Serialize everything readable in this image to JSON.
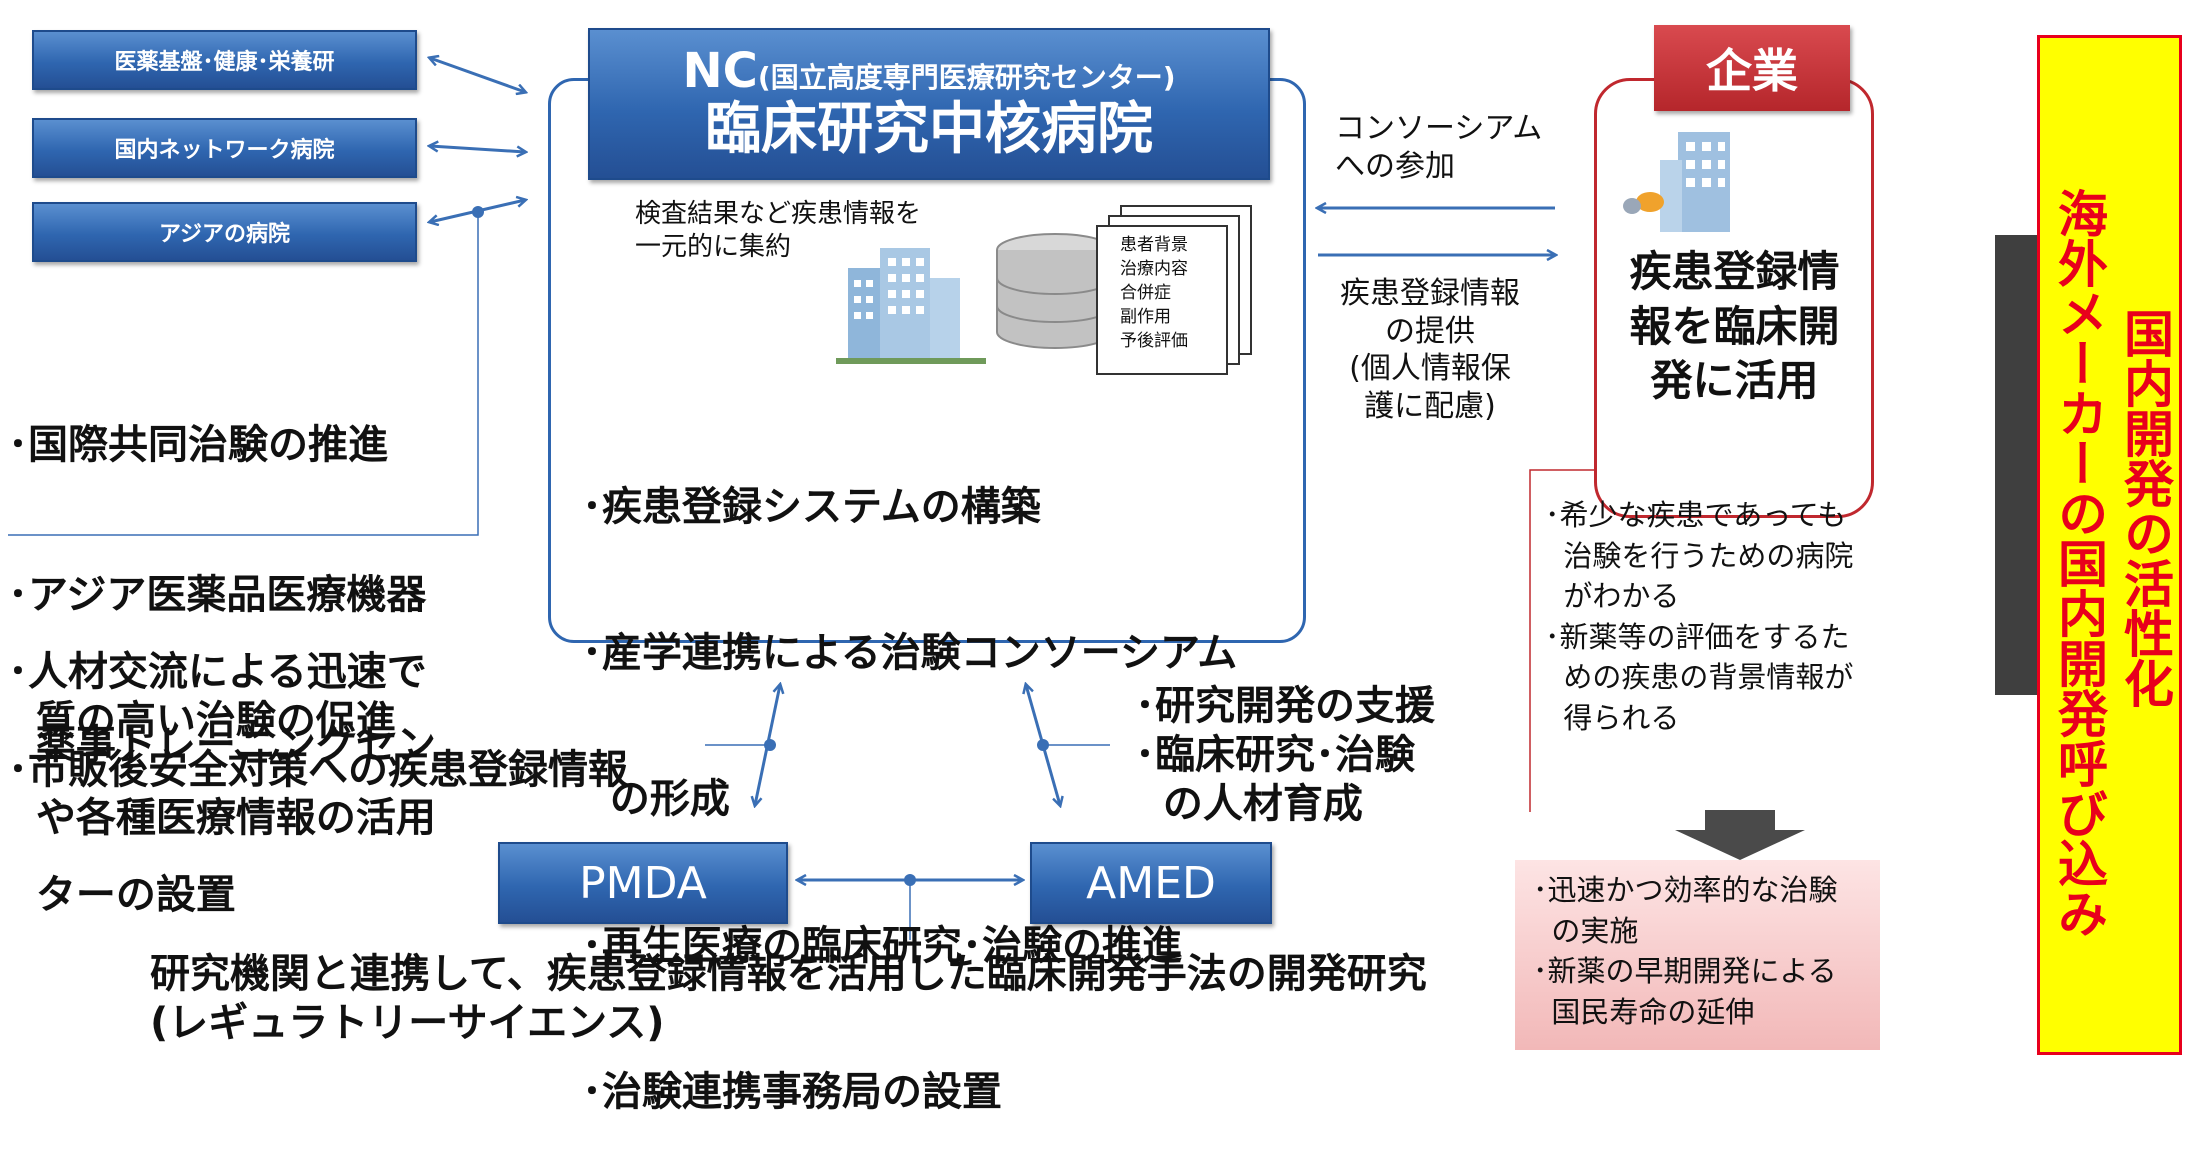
{
  "left_boxes": [
    "医薬基盤･健康･栄養研",
    "国内ネットワーク病院",
    "アジアの病院"
  ],
  "left_bullets": [
    "･国際共同治験の推進",
    "･アジア医薬品医療機器",
    "  薬事トレーニングセン",
    "  ターの設置"
  ],
  "nc": {
    "header_line1_prefix": "NC",
    "header_line1_suffix": "(国立高度専門医療研究センター)",
    "header_line2": "臨床研究中核病院",
    "note": "検査結果など疾患情報を\n一元的に集約",
    "doc_labels": [
      "患者背景",
      "治療内容",
      "合併症",
      "副作用",
      "予後評価"
    ],
    "bullets": [
      "･疾患登録システムの構築",
      "･産学連携による治験コンソーシアム",
      "  の形成",
      "･再生医療の臨床研究･治験の推進",
      "･治験連携事務局の設置"
    ]
  },
  "middle_labels": {
    "top": "コンソーシアム\nへの参加",
    "bottom": "疾患登録情報\nの提供\n(個人情報保\n護に配慮)"
  },
  "company": {
    "tag": "企業",
    "text": "疾患登録情\n報を臨床開\n発に活用",
    "bullets": "･希少な疾患であっても\n  治験を行うための病院\n  がわかる\n･新薬等の評価をするた\n  めの疾患の背景情報が\n  得られる"
  },
  "pink_box": "･迅速かつ効率的な治験\n  の実施\n･新薬の早期開発による\n  国民寿命の延伸",
  "lower_left": "･人材交流による迅速で\n  質の高い治験の促進\n･市販後安全対策への疾患登録情報\n  や各種医療情報の活用",
  "lower_right": "･研究開発の支援\n･臨床研究･治験\n  の人材育成",
  "pmda": "PMDA",
  "amed": "AMED",
  "bottom_text": "研究機関と連携して、疾患登録情報を活用した臨床開発手法の開発研究\n(レギュラトリーサイエンス)",
  "right_panel": {
    "col_right": "国内開発の活性化",
    "col_left": "海外メーカーの国内開発呼び込み"
  },
  "colors": {
    "blue_box": "#2f66b0",
    "arrow_blue": "#3a6fb5",
    "company_red": "#c0282e",
    "panel_yellow": "#ffff00",
    "panel_text": "#e8001c",
    "pink": "#f6c9c9"
  }
}
